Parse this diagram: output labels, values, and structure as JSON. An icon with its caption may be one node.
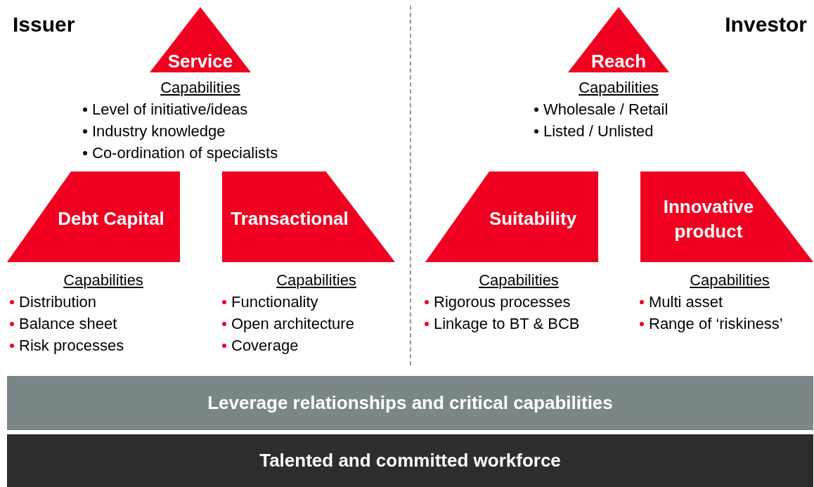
{
  "diagram": {
    "nodes": [
      {
        "text": [
          "Service"
        ],
        "beside": [
          "Capabilities",
          "Level of initiative/ideas",
          "Industry knowledge",
          "Co-ordination of specialists"
        ]
      },
      {
        "text": [
          "Reach"
        ],
        "beside": [
          "Capabilities",
          "Wholesale / Retail",
          "Listed / Unlisted"
        ]
      },
      {
        "text": [
          "Debt Capital"
        ],
        "beside": [
          "Capabilities",
          "Distribution",
          "Balance sheet",
          "Risk processes"
        ]
      },
      {
        "text": [
          "Transactional"
        ],
        "beside": [
          "Capabilities",
          "Functionality",
          "Open architecture",
          "Coverage"
        ]
      },
      {
        "text": [
          "Suitability"
        ],
        "beside": [
          "Capabilities",
          "Rigorous processes",
          "Linkage to BT & BCB"
        ]
      },
      {
        "text": [
          "Innovative product"
        ],
        "beside": [
          "Capabilities",
          "Multi asset",
          "Range of ‘riskiness’"
        ]
      },
      {
        "text": [
          "Leverage relationships and critical capabilities"
        ]
      },
      {
        "text": [
          "Talented and committed workforce"
        ]
      }
    ],
    "edges": [],
    "labels": [
      "Issuer",
      "Investor"
    ]
  }
}
